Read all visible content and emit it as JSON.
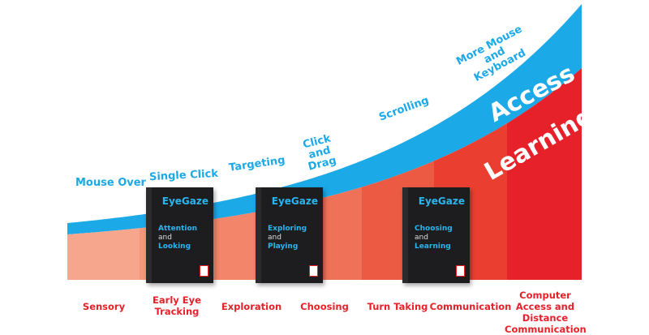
{
  "colors": {
    "blue": "#1ba9e8",
    "red": "#e8202a",
    "stages": [
      "#f6a68c",
      "#f4977b",
      "#f2856a",
      "#ef7157",
      "#ec5a43",
      "#ea3f30",
      "#e6212a"
    ]
  },
  "band_labels": {
    "access": "Access",
    "learning": "Learning"
  },
  "access_skills": [
    "Mouse Over",
    "Single Click",
    "Targeting",
    "Click and Drag",
    "Scrolling",
    "More Mouse and Keyboard"
  ],
  "stages": [
    "Sensory",
    "Early Eye Tracking",
    "Exploration",
    "Choosing",
    "Turn Taking",
    "Communication",
    "Computer Access and Distance Communication"
  ],
  "products": [
    {
      "brand": "EyeGaze",
      "title1": "Attention",
      "and": "and",
      "title2": "Looking"
    },
    {
      "brand": "EyeGaze",
      "title1": "Exploring",
      "and": "and",
      "title2": "Playing"
    },
    {
      "brand": "EyeGaze",
      "title1": "Choosing",
      "and": "and",
      "title2": "Learning"
    }
  ]
}
